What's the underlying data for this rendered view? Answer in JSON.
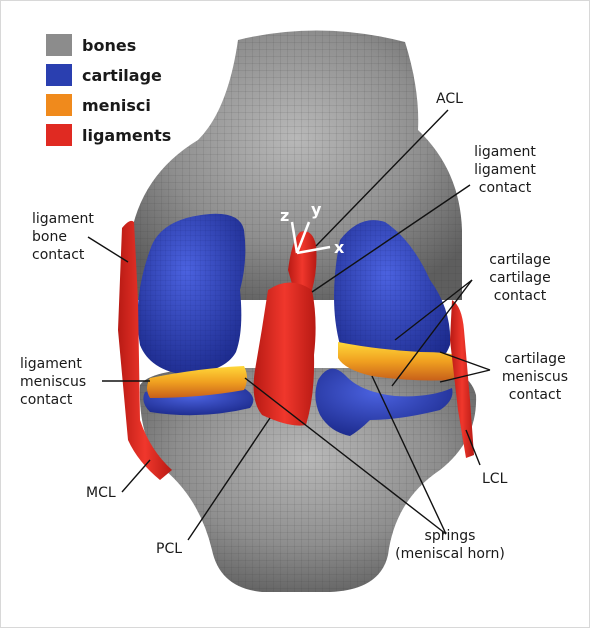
{
  "legend": [
    {
      "label": "bones",
      "color": "#8c8c8c"
    },
    {
      "label": "cartilage",
      "color": "#2a3fb0"
    },
    {
      "label": "menisci",
      "color": "#f08a1c"
    },
    {
      "label": "ligaments",
      "color": "#e02a22"
    }
  ],
  "axes": {
    "x": "x",
    "y": "y",
    "z": "z"
  },
  "labels": {
    "acl": "ACL",
    "lig_lig_contact": [
      "ligament",
      "ligament",
      "contact"
    ],
    "lig_bone_contact": [
      "ligament",
      "bone",
      "contact"
    ],
    "cart_cart_contact": [
      "cartilage",
      "cartilage",
      "contact"
    ],
    "lig_men_contact": [
      "ligament",
      "meniscus",
      "contact"
    ],
    "cart_men_contact": [
      "cartilage",
      "meniscus",
      "contact"
    ],
    "mcl": "MCL",
    "lcl": "LCL",
    "pcl": "PCL",
    "springs": [
      "springs",
      "(meniscal horn)"
    ]
  }
}
